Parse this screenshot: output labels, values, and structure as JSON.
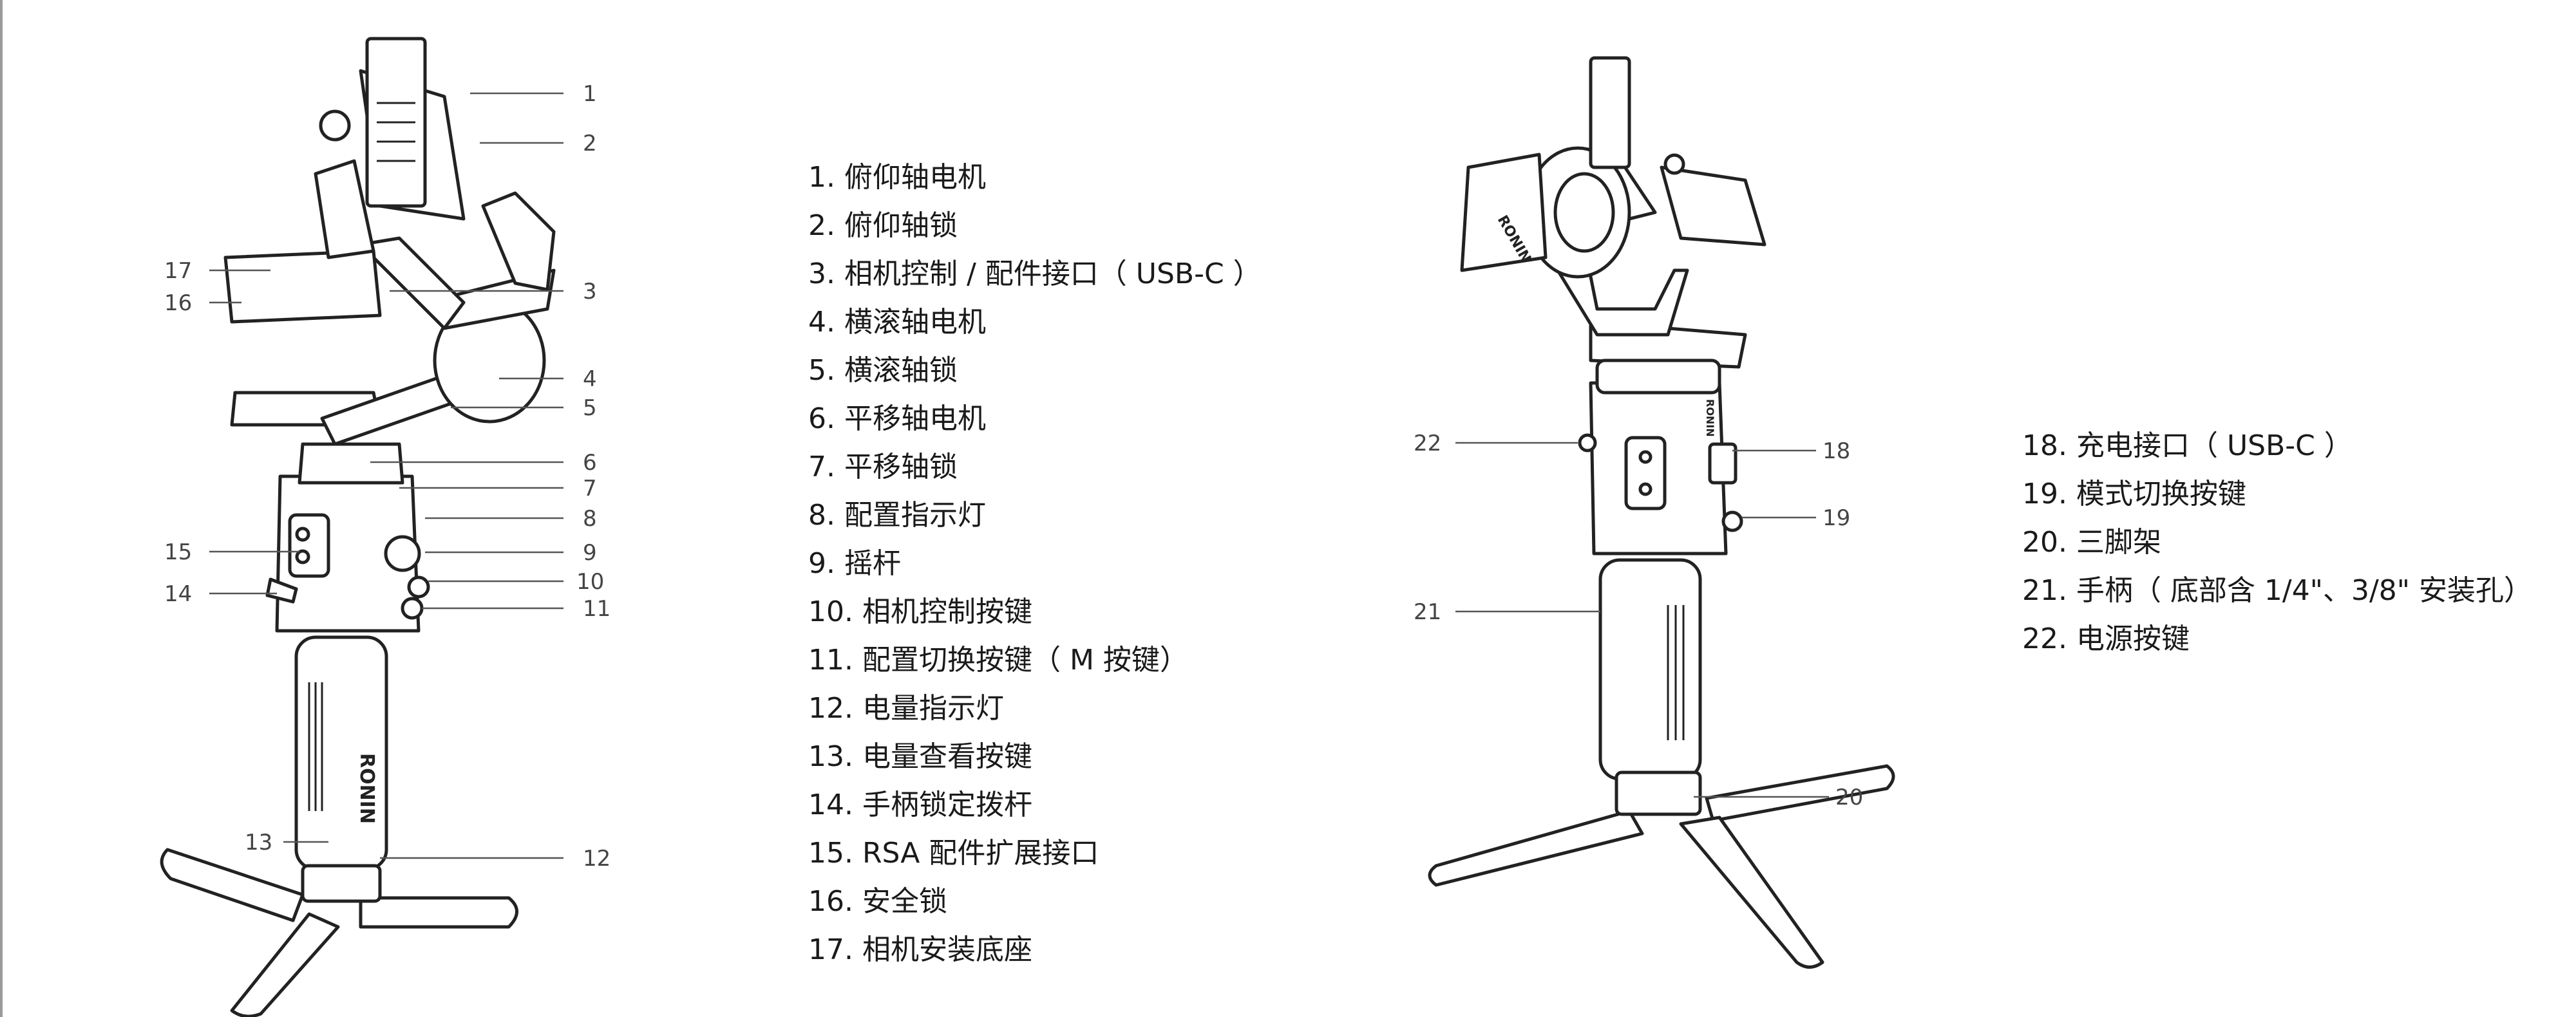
{
  "figure_left": {
    "brand": "RONIN",
    "callouts": [
      {
        "num": "1"
      },
      {
        "num": "2"
      },
      {
        "num": "3"
      },
      {
        "num": "4"
      },
      {
        "num": "5"
      },
      {
        "num": "6"
      },
      {
        "num": "7"
      },
      {
        "num": "8"
      },
      {
        "num": "9"
      },
      {
        "num": "10"
      },
      {
        "num": "11"
      },
      {
        "num": "12"
      },
      {
        "num": "13"
      },
      {
        "num": "14"
      },
      {
        "num": "15"
      },
      {
        "num": "16"
      },
      {
        "num": "17"
      }
    ]
  },
  "figure_right": {
    "brand": "RONIN",
    "callouts": [
      {
        "num": "18"
      },
      {
        "num": "19"
      },
      {
        "num": "20"
      },
      {
        "num": "21"
      },
      {
        "num": "22"
      }
    ]
  },
  "legend_left": [
    "1. 俯仰轴电机",
    "2. 俯仰轴锁",
    "3. 相机控制 / 配件接口（ USB-C ）",
    "4. 横滚轴电机",
    "5. 横滚轴锁",
    "6. 平移轴电机",
    "7. 平移轴锁",
    "8. 配置指示灯",
    "9. 摇杆",
    "10. 相机控制按键",
    "11. 配置切换按键（ M 按键）",
    "12. 电量指示灯",
    "13. 电量查看按键",
    "14. 手柄锁定拨杆",
    "15. RSA 配件扩展接口",
    "16. 安全锁",
    "17. 相机安装底座"
  ],
  "legend_right": [
    "18. 充电接口（ USB-C ）",
    "19. 模式切换按键",
    "20. 三脚架",
    "21. 手柄（ 底部含 1/4\"、3/8\" 安装孔）",
    "22. 电源按键"
  ]
}
